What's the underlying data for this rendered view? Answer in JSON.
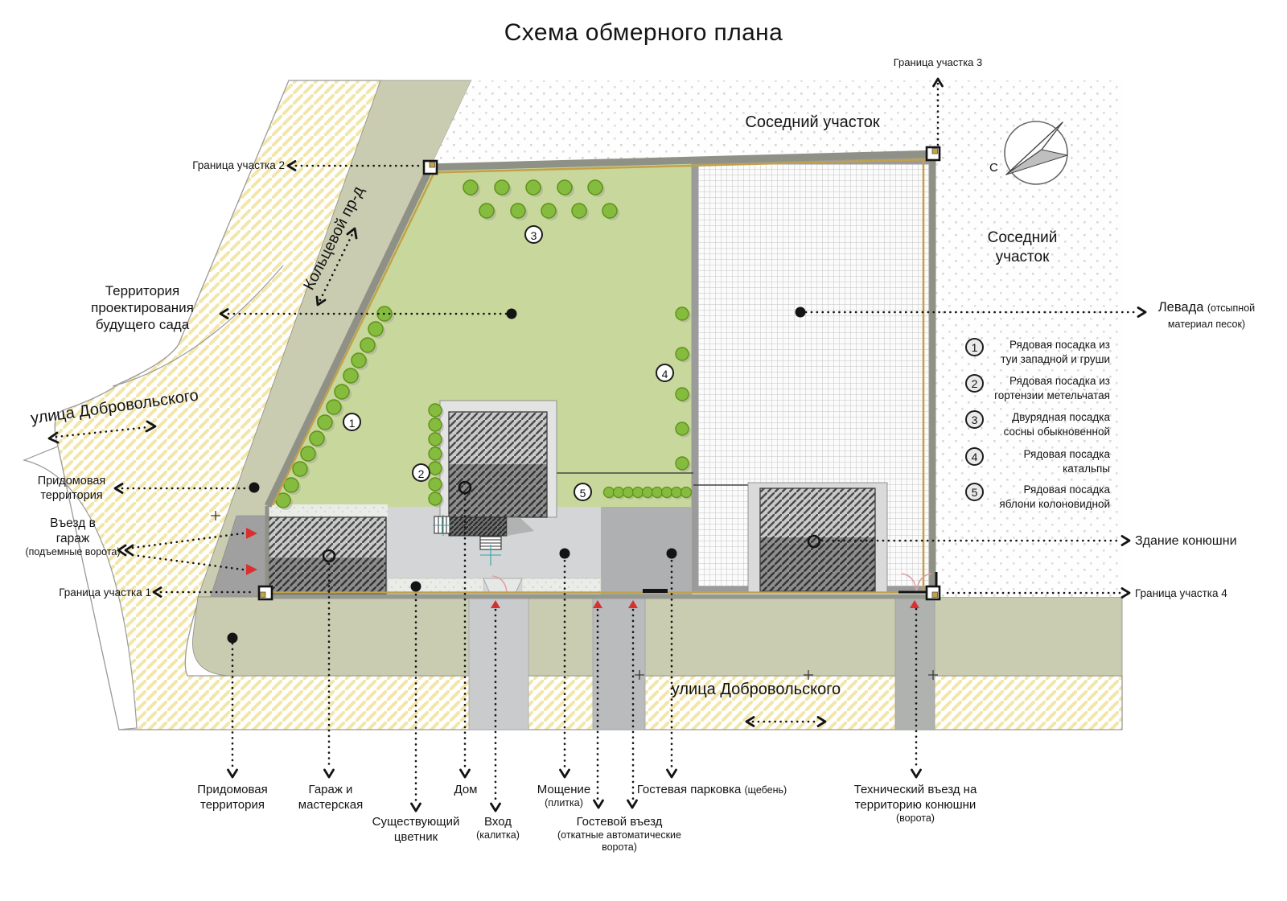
{
  "title": "Схема обмерного плана",
  "compass": {
    "north": "С"
  },
  "boundaries": {
    "b1": "Граница участка 1",
    "b2": "Граница участка 2",
    "b3": "Граница участка 3",
    "b4": "Граница участка 4"
  },
  "areas": {
    "neighbor_top": "Соседний участок",
    "neighbor_right": "Соседний участок",
    "territory_note": "Территория проектирования будущего сада",
    "street_left": "улица Добровольского",
    "street_bottom": "улица Добровольского",
    "ring_road": "Кольцевой пр-д",
    "levada_name": "Левада",
    "levada_note": "(отсыпной материал песок)",
    "stable": "Здание конюшни",
    "pridomovaya": "Придомовая территория",
    "garage_entrance": "Въезд в гараж",
    "garage_entrance_note": "(подъемные ворота)"
  },
  "bottom_callouts": [
    {
      "label": "Придомовая территория",
      "note": ""
    },
    {
      "label": "Гараж и мастерская",
      "note": ""
    },
    {
      "label": "Существующий цветник",
      "note": ""
    },
    {
      "label": "Дом",
      "note": ""
    },
    {
      "label": "Вход",
      "note": "(калитка)"
    },
    {
      "label": "Мощение",
      "note": "(плитка)"
    },
    {
      "label": "Гостевой въезд",
      "note": "(откатные автоматические ворота)"
    },
    {
      "label": "Гостевая парковка",
      "note": "(щебень)"
    },
    {
      "label": "Технический въезд на территорию конюшни",
      "note": "(ворота)"
    }
  ],
  "legend": {
    "items": [
      {
        "num": "1",
        "text": "Рядовая посадка из туи западной и груши"
      },
      {
        "num": "2",
        "text": "Рядовая посадка из гортензии метельчатая"
      },
      {
        "num": "3",
        "text": "Двурядная посадка сосны обыкновенной"
      },
      {
        "num": "4",
        "text": "Рядовая посадка катальпы"
      },
      {
        "num": "5",
        "text": "Рядовая посадка яблони колоновидной"
      }
    ]
  },
  "plan_markers": {
    "m1": "1",
    "m2": "2",
    "m3": "3",
    "m4": "4",
    "m5": "5"
  }
}
